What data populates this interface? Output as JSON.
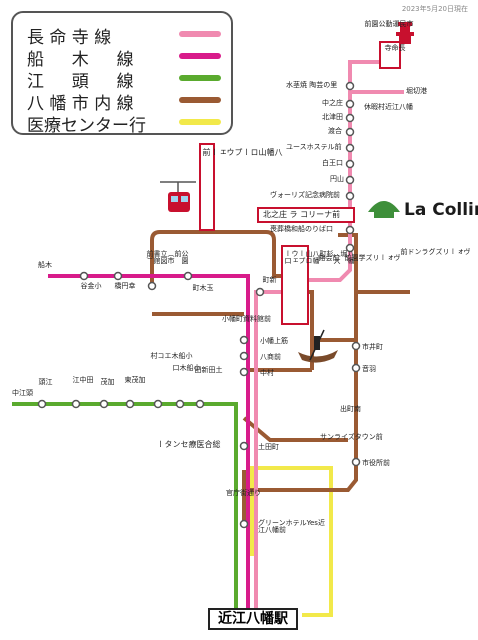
{
  "date_note": "2023年5月20日現在",
  "legend": [
    {
      "label": "長 命 寺 線",
      "color": "#f08ab0"
    },
    {
      "label": "船 　 木 　 線",
      "color": "#d81b8a"
    },
    {
      "label": "江 　 頭 　 線",
      "color": "#5aaa2e"
    },
    {
      "label": "八 幡 市 内 線",
      "color": "#9a5a33"
    },
    {
      "label": "医療センター行",
      "color": "#f2e94a"
    }
  ],
  "brand": "La Collina",
  "main_station": "近江八幡駅",
  "stations": {
    "chomeiji": "長命寺",
    "shimin_undo": "市民運動公園前",
    "horikiriko": "堀切港",
    "kyukamura": "休暇村近江八幡",
    "mizugahama": "水茎焼 陶芸の里",
    "nakanosho": "中之庄",
    "kitatsuda": "北津田",
    "watari": "渡合",
    "youth_hostel": "ユースホステル前",
    "shirooguchi": "白王口",
    "maruyama": "円山",
    "vories_hosp": "ヴォーリズ記念病院前",
    "kitanosho": "北之庄 ラ コリーナ前",
    "sobeiibashi": "喪葬橋和船のりば口",
    "ropeway": "八幡山ロープウェー前",
    "ropeway2": "八幡堀（大杉町）八幡山ロープウェー口",
    "shiminryo": "公園前（市立図書館前）",
    "funaki": "船木",
    "koginsho": "小金谷",
    "kousei": "幸円橋",
    "tamaki": "玉木町",
    "shinmachi": "新町",
    "kaikan": "前会館",
    "vories_gakuen": "ヴォーリズ学園前",
    "vories_grand": "ヴォーリズグランド前",
    "shiryokan": "小幡町資料館前",
    "kobata_kamisuji": "小幡上筋",
    "hakkoumae": "八商前",
    "nakamura": "中村",
    "ichiimachi": "市井町",
    "otowa": "音羽",
    "demachiminami": "出町南",
    "sunrise": "サンライズタウン前",
    "shiyakusho": "市役所前",
    "nakaetou": "中江頭",
    "egashira": "江頭",
    "tanakae": "田中江",
    "kamo": "加茂",
    "kamo_higashi": "加茂東",
    "kofunaki_eco": "小船木エコ村",
    "kofunakiguchi": "小船木口",
    "doda_shinden": "土田新田",
    "dodamae": "土田町",
    "iryo_center": "総合医療センター",
    "kancho": "官庁街通り",
    "green_hotel": "グリーンホテルYes近江八幡前"
  }
}
